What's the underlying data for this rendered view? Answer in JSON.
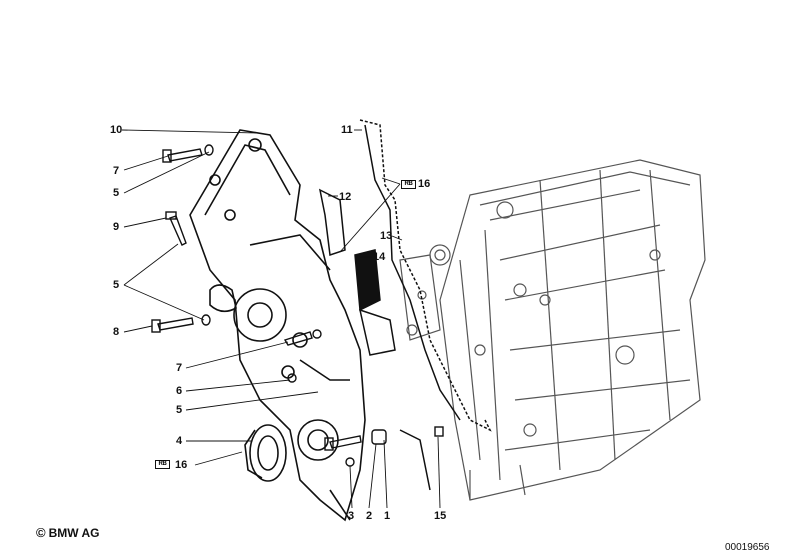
{
  "diagram": {
    "labels": [
      "10",
      "7",
      "5",
      "9",
      "5",
      "8",
      "7",
      "6",
      "5",
      "4",
      "16",
      "11",
      "12",
      "16",
      "13",
      "14",
      "3",
      "2",
      "1",
      "15"
    ],
    "symbol_text": "RB",
    "copyright_symbol": "©",
    "copyright": "BMW AG",
    "document_id": "00019656"
  },
  "colors": {
    "ink": "#111111",
    "paper": "#ffffff",
    "light_ink": "#555555"
  }
}
